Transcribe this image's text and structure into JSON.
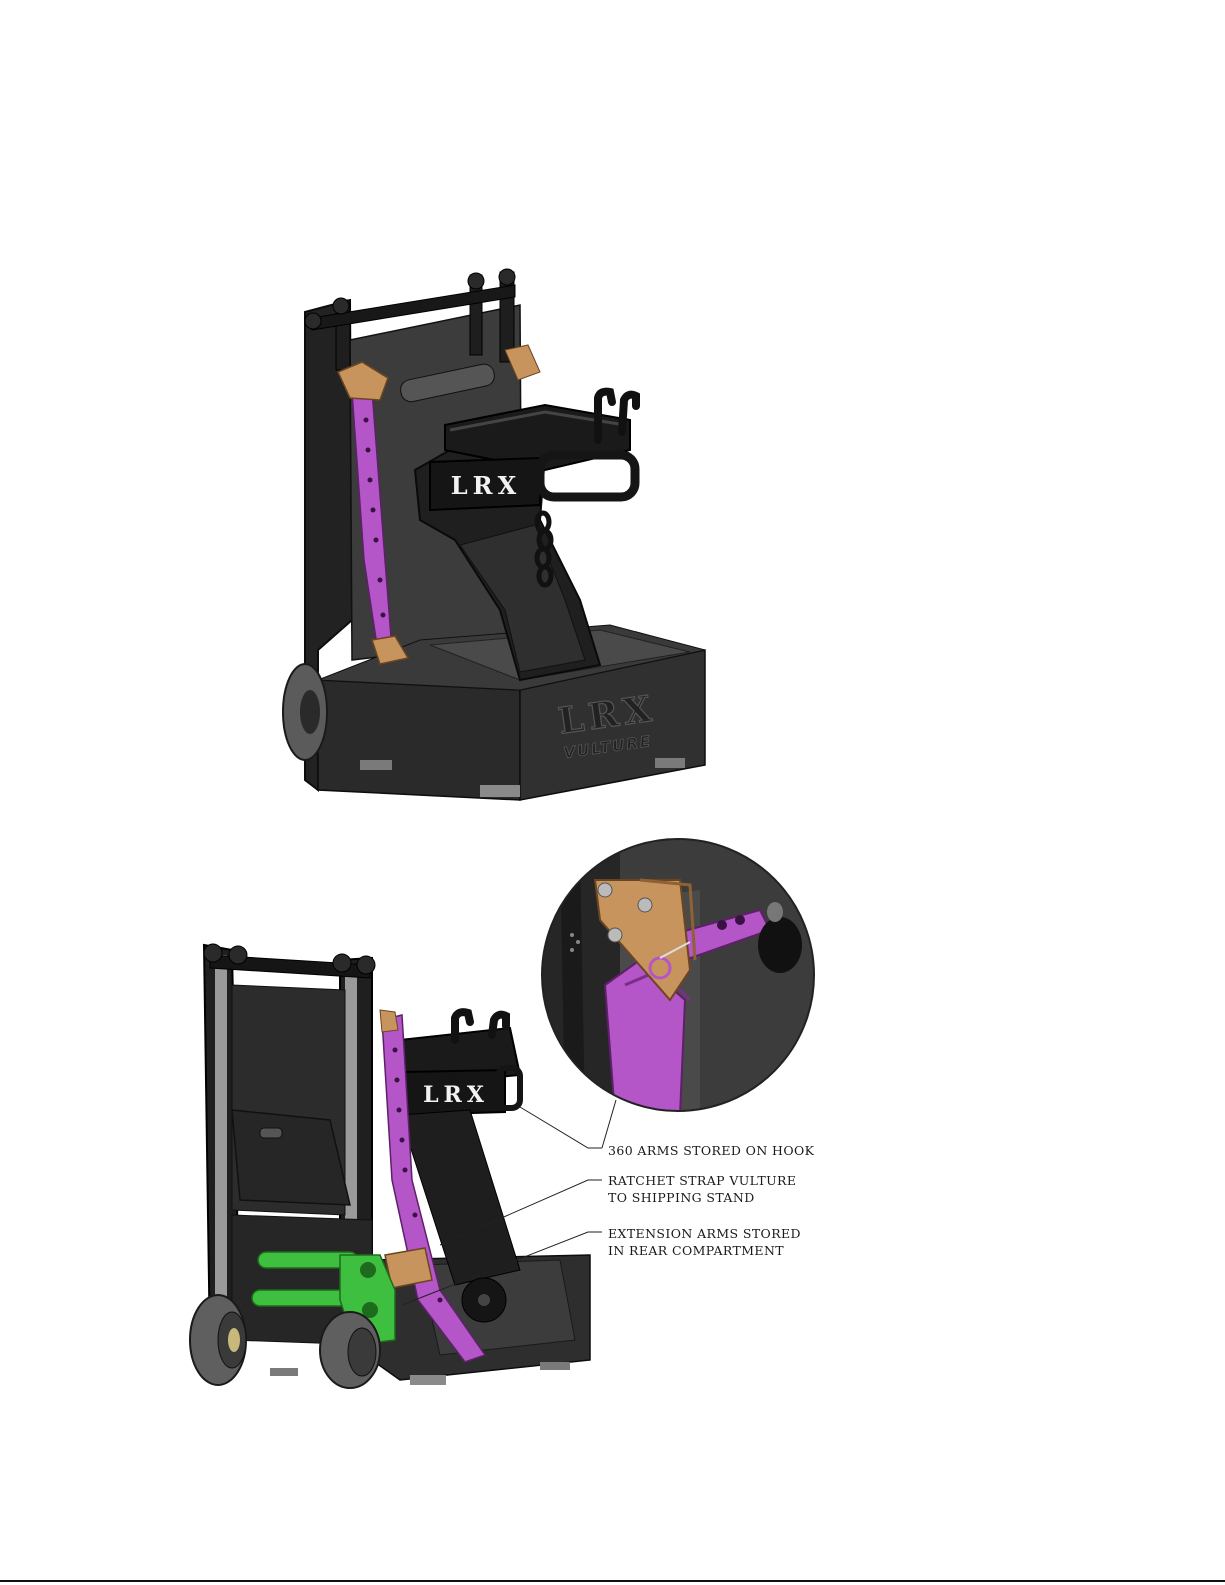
{
  "top_view": {
    "logo_plate": "LRX",
    "box_logo": "LRX",
    "box_sublogo": "VULTURE"
  },
  "bottom_view": {
    "logo_plate": "LRX"
  },
  "callouts": [
    {
      "lines": [
        "360 ARMS STORED ON HOOK"
      ]
    },
    {
      "lines": [
        "RATCHET STRAP VULTURE",
        "TO SHIPPING STAND"
      ]
    },
    {
      "lines": [
        "EXTENSION ARMS STORED",
        "IN REAR COMPARTMENT"
      ]
    }
  ],
  "colors": {
    "frame": "#2e2e2e",
    "frame_dark": "#1c1c1c",
    "panel": "#454545",
    "arm_purple": "#b455c8",
    "bracket_orange": "#c8945e",
    "extension_green": "#3fbf3f",
    "detail_bg": "#3a3a3a"
  }
}
